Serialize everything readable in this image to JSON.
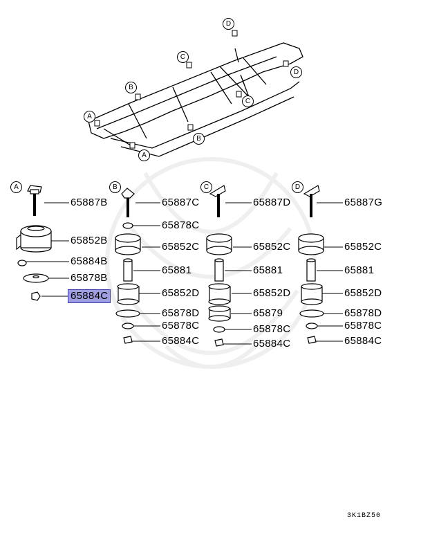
{
  "frame_points": {
    "top_right": "D",
    "top_mid": "C",
    "right_mid": "C",
    "right": "D",
    "left_upper": "B",
    "left": "A",
    "bottom_right": "B",
    "bottom_left": "A"
  },
  "columns": {
    "A": {
      "marker": "A",
      "labels": [
        "65887B",
        "65852B",
        "65884B",
        "65878B",
        "65884C"
      ]
    },
    "B": {
      "marker": "B",
      "labels": [
        "65887C",
        "65878C",
        "65852C",
        "65881",
        "65852D",
        "65878D",
        "65878C",
        "65884C"
      ]
    },
    "C": {
      "marker": "C",
      "labels": [
        "65887D",
        "65852C",
        "65881",
        "65852D",
        "65879",
        "65878C",
        "65884C"
      ]
    },
    "D": {
      "marker": "D",
      "labels": [
        "65887G",
        "65852C",
        "65881",
        "65852D",
        "65878D",
        "65878C",
        "65884C"
      ]
    }
  },
  "highlighted_part": "65884C",
  "diagram_code": "3K1BZ50",
  "colors": {
    "highlight_fill": "#9e9ee0",
    "highlight_border": "#3b3bb0",
    "watermark": "#efefef"
  }
}
